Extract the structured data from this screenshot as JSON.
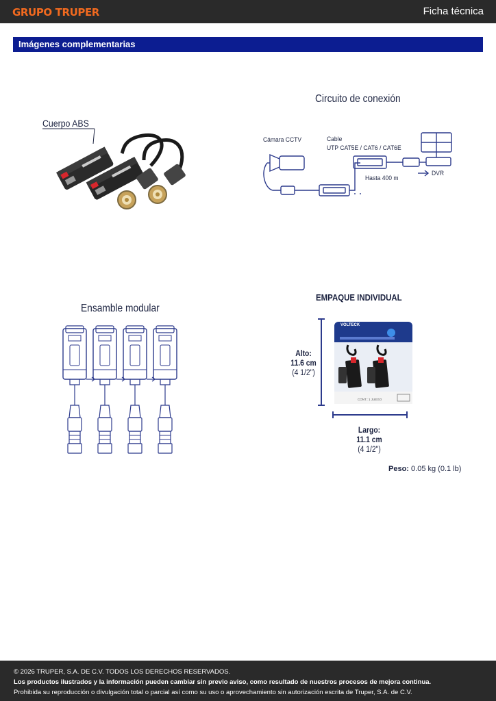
{
  "header": {
    "brand": "GRUPO TRUPER",
    "doc_type": "Ficha técnica"
  },
  "section": {
    "title": "Imágenes complementarias"
  },
  "product_image": {
    "label": "Cuerpo ABS"
  },
  "connection": {
    "title": "Circuito de conexión",
    "camera_label": "Cámara CCTV",
    "cable_label_line1": "Cable",
    "cable_label_line2": "UTP CAT5E / CAT6 / CAT6E",
    "distance_label": "Hasta 400 m",
    "dvr_label": "DVR"
  },
  "modular": {
    "title": "Ensamble modular"
  },
  "package": {
    "title": "EMPAQUE INDIVIDUAL",
    "brand": "VOLTECK",
    "content_label": "CONT.: 1 JUEGO",
    "height_label": "Alto:",
    "height_cm": "11.6 cm",
    "height_in": "(4 1/2\")",
    "length_label": "Largo:",
    "length_cm": "11.1 cm",
    "length_in": "(4 1/2\")",
    "weight_label": "Peso:",
    "weight_value": "0.05 kg (0.1 lb)"
  },
  "footer": {
    "copyright": "© 2026 TRUPER, S.A. DE C.V. TODOS LOS DERECHOS RESERVADOS.",
    "notice": "Los productos ilustrados y la información pueden cambiar sin previo aviso, como resultado de nuestros procesos de mejora continua.",
    "prohibition": "Prohibida su reproducción o divulgación total o parcial así como su uso o aprovechamiento sin autorización escrita de Truper, S.A. de C.V."
  },
  "colors": {
    "brand_orange": "#f26a1f",
    "section_blue": "#0c1d91",
    "line_art_blue": "#2c3a8c",
    "header_dark": "#2a2a2a"
  }
}
